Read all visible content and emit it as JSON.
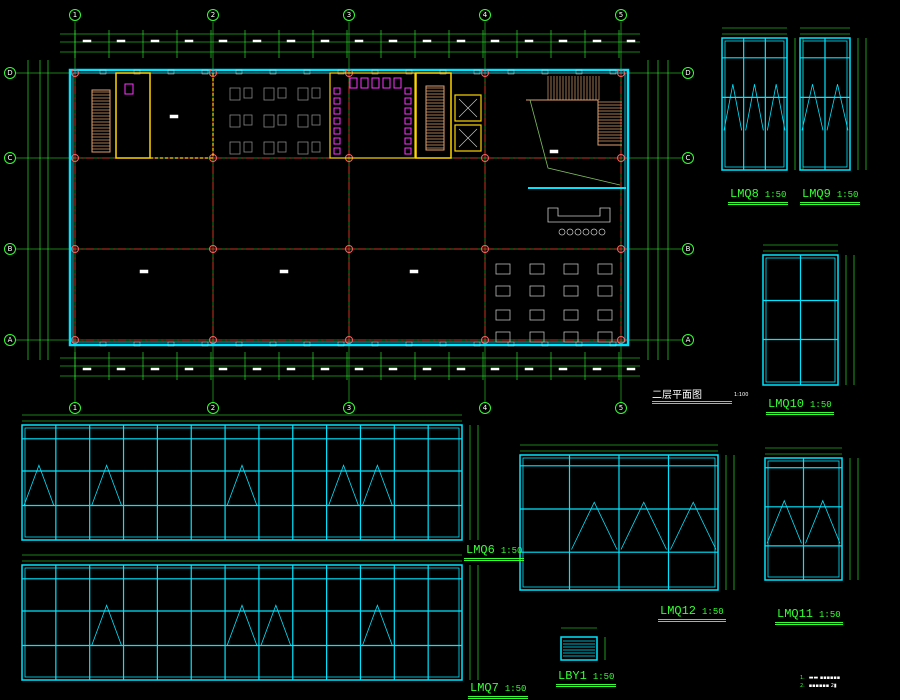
{
  "drawing": {
    "title": "二层平面图",
    "scale": "1:100",
    "grid_columns": [
      "1",
      "2",
      "3",
      "4",
      "5"
    ],
    "grid_rows": [
      "D",
      "C",
      "B",
      "A"
    ],
    "colors": {
      "background": "#000000",
      "wall": "#00e5ff",
      "grid_line": "#ff2020",
      "dimension": "#33ff33",
      "stair": "#e0a070",
      "fixture": "#ff33ff",
      "column": "#ffd400"
    }
  },
  "elevations": [
    {
      "id": "lmq8",
      "name": "LMQ8",
      "scale": "1:50"
    },
    {
      "id": "lmq9",
      "name": "LMQ9",
      "scale": "1:50"
    },
    {
      "id": "lmq10",
      "name": "LMQ10",
      "scale": "1:50"
    },
    {
      "id": "lmq6",
      "name": "LMQ6",
      "scale": "1:50"
    },
    {
      "id": "lmq7",
      "name": "LMQ7",
      "scale": "1:50"
    },
    {
      "id": "lmq12",
      "name": "LMQ12",
      "scale": "1:50"
    },
    {
      "id": "lmq11",
      "name": "LMQ11",
      "scale": "1:50"
    },
    {
      "id": "lby1",
      "name": "LBY1",
      "scale": "1:50"
    }
  ],
  "notes": [
    "1.",
    "2."
  ]
}
